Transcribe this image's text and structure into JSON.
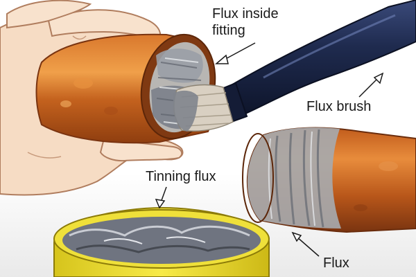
{
  "labels": {
    "flux_inside_fitting": "Flux inside\nfitting",
    "flux_brush": "Flux brush",
    "tinning_flux": "Tinning flux",
    "flux": "Flux"
  },
  "colors": {
    "copper": "#c4621e",
    "copper_dark": "#8f3e0f",
    "skin": "#f6dcc4",
    "skin_outline": "#b07d5e",
    "brush_handle": "#1f2b4f",
    "bristles": "#d9d0c2",
    "flux_grey": "#8a8f99",
    "tin_yellow": "#f1e02a",
    "background": "#ffffff"
  },
  "icons": {
    "arrow": "arrow-icon"
  }
}
